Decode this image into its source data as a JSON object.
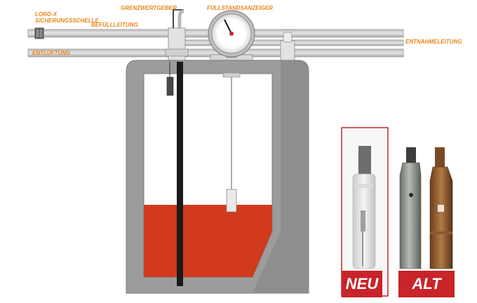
{
  "labels": {
    "loro_line1": "LORO-X",
    "loro_line2": "SICHERUNGSSCHELLE",
    "grenzwertgeber": "GRENZWERTGEBER",
    "fuellstandsanzeiger": "FÜLLSTANDSANZEIGER",
    "befuellleitung": "BEFÜLLLEITUNG",
    "entnahmeleitung": "ENTNAHMELEITUNG",
    "entlueftung": "ENTLÜFTUNG"
  },
  "comparison": {
    "new_label": "NEU",
    "old_label": "ALT"
  },
  "colors": {
    "label_text": "#e8861a",
    "liquid": "#d13a1c",
    "tank_wall": "#9a9a9a",
    "pipe": "#d4d4d4",
    "badge_bg": "#c8242a",
    "new_frame": "#c8242a"
  }
}
